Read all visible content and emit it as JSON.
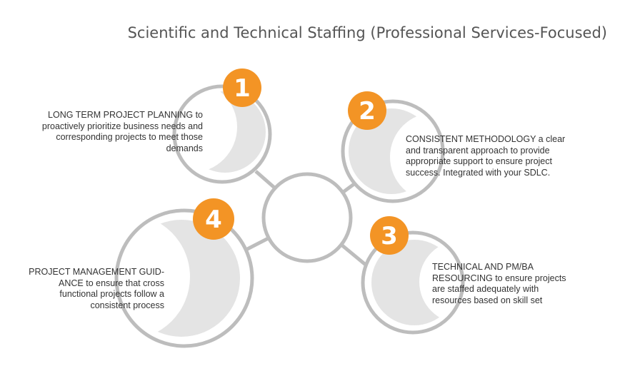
{
  "title": "Scientific and Technical Staffing (Professional Services-Focused)",
  "colors": {
    "accent": "#f39425",
    "ring": "#bdbdbd",
    "crescent_fill": "#e4e4e4",
    "text": "#333333"
  },
  "nodes": [
    {
      "number": "1",
      "text": "LONG TERM PROJECT PLANNING to proactively prioritize business needs and corresponding projects to meet those demands"
    },
    {
      "number": "2",
      "text": "CONSISTENT METHODOLOGY a clear and transparent approach to provide appropriate support to ensure project success.  Integrated with your SDLC."
    },
    {
      "number": "3",
      "text": "TECHNICAL AND PM/BA RESOURCING to ensure projects are staffed adequately with resources based on skill set"
    },
    {
      "number": "4",
      "text": "PROJECT MANAGEMENT GUID-ANCE to ensure that cross functional projects follow a consistent process"
    }
  ]
}
